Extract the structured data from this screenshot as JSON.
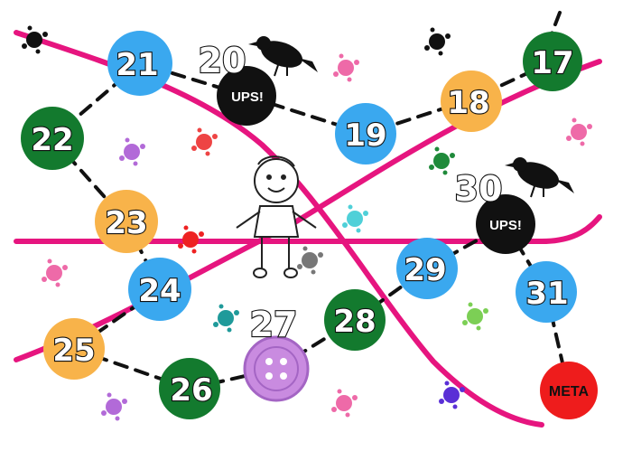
{
  "colors": {
    "pink_line": "#e6157f",
    "blue": "#3aa8ef",
    "green": "#137a2e",
    "orange": "#f8b34a",
    "black": "#111111",
    "red": "#ee1c1c",
    "button_purple": "#c98be0"
  },
  "squares": [
    {
      "label": "17",
      "color": "green"
    },
    {
      "label": "18",
      "color": "orange"
    },
    {
      "label": "19",
      "color": "blue"
    },
    {
      "label": "20",
      "color": "black",
      "badge": "UPS!"
    },
    {
      "label": "21",
      "color": "blue"
    },
    {
      "label": "22",
      "color": "green"
    },
    {
      "label": "23",
      "color": "orange"
    },
    {
      "label": "24",
      "color": "blue"
    },
    {
      "label": "25",
      "color": "orange"
    },
    {
      "label": "26",
      "color": "green"
    },
    {
      "label": "27",
      "color": "button_purple"
    },
    {
      "label": "28",
      "color": "green"
    },
    {
      "label": "29",
      "color": "blue"
    },
    {
      "label": "30",
      "color": "black",
      "badge": "UPS!"
    },
    {
      "label": "31",
      "color": "blue"
    }
  ],
  "finish": {
    "label": "META",
    "color": "red"
  },
  "icons": [
    "crow-icon",
    "crow-icon",
    "boy-figure",
    "button-icon",
    "paint-splat-icon"
  ]
}
